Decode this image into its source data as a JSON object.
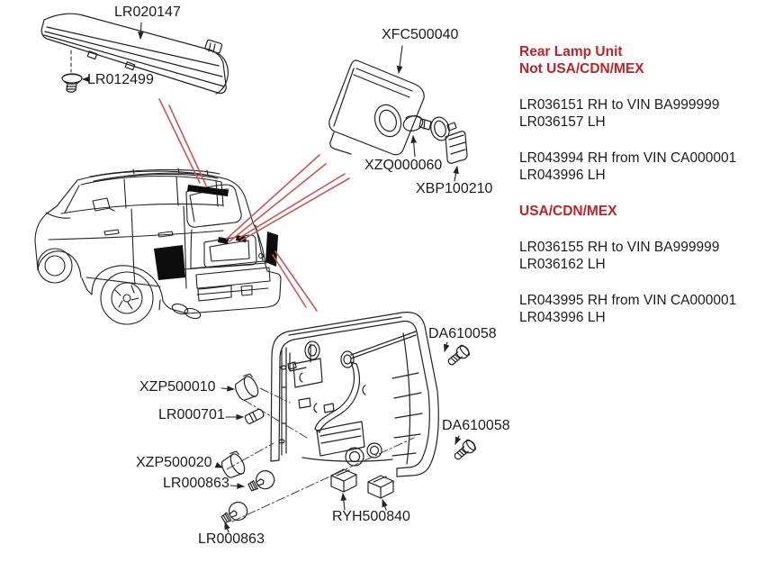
{
  "colors": {
    "red_heading": "#c12227",
    "red_leader_line": "#cf5456",
    "line_art": "#222222",
    "lamp_fill": "#0d0d0d"
  },
  "callouts": {
    "stop_lamp": "LR020147",
    "stop_lamp_screw": "LR012499",
    "lamp_housing": "XFC500040",
    "housing_bulb": "XZQ000060",
    "housing_socket": "XBP100210",
    "screw_upper": "DA610058",
    "screw_lower": "DA610058",
    "holder_upper": "XZP500010",
    "bulb_small": "LR000701",
    "holder_mid": "XZP500020",
    "bulb_mid": "LR000863",
    "bulb_bottom": "LR000863",
    "holder_pair": "RYH500840"
  },
  "side_panel": {
    "heading1": [
      "Rear Lamp Unit",
      "Not USA/CDN/MEX"
    ],
    "groups_a": [
      [
        "LR036151 RH to VIN BA999999",
        "LR036157 LH"
      ],
      [
        "LR043994 RH from VIN CA000001",
        "LR043996 LH"
      ]
    ],
    "heading2": "USA/CDN/MEX",
    "groups_b": [
      [
        "LR036155 RH to VIN BA999999",
        "LR036162 LH"
      ],
      [
        "LR043995 RH from VIN CA000001",
        "LR043996 LH"
      ]
    ]
  }
}
